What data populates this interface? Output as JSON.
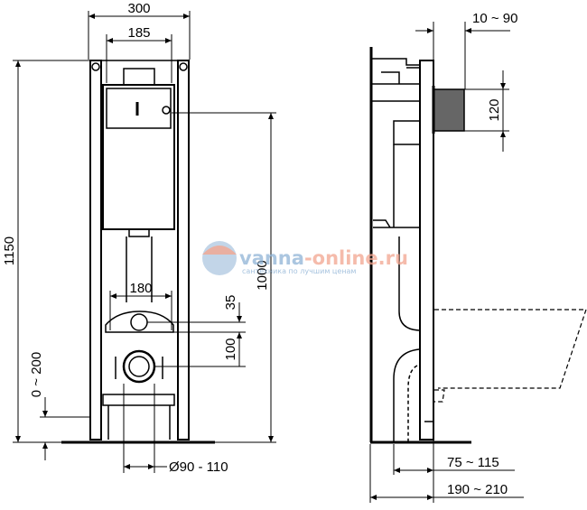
{
  "dimensions": {
    "front_width": "300",
    "front_inner_width": "185",
    "front_height": "1150",
    "floor_adjust": "0 ~ 200",
    "flush_height": "1000",
    "bolt_spacing": "180",
    "outlet_offset": "35",
    "outlet_spacing": "100",
    "drain_diameter": "Ø90 - 110",
    "plate_depth": "10 ~ 90",
    "plate_height": "120",
    "frame_depth": "75 ~ 115",
    "total_depth": "190 ~ 210"
  },
  "watermark": {
    "site_part1": "vanna",
    "site_part2": "-online.ru",
    "tagline": "сантехника по лучшим ценам"
  },
  "colors": {
    "line": "#000000",
    "watermark_orange": "#f2a58f",
    "watermark_blue": "#8fb3d6"
  }
}
